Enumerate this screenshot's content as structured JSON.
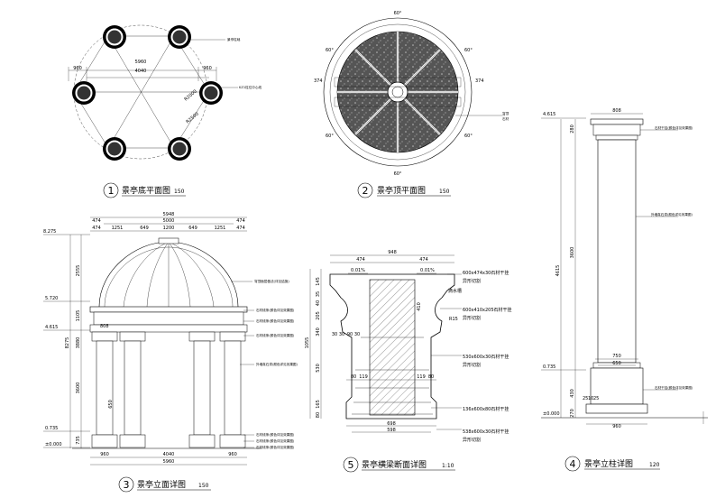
{
  "titles": [
    {
      "num": "1",
      "text": "景亭底平面图",
      "scale": "150"
    },
    {
      "num": "2",
      "text": "景亭顶平面图",
      "scale": "150"
    },
    {
      "num": "3",
      "text": "景亭立面详图",
      "scale": "150"
    },
    {
      "num": "4",
      "text": "景亭立柱详图",
      "scale": "120"
    },
    {
      "num": "5",
      "text": "景亭横梁断面详图",
      "scale": "1:10"
    }
  ],
  "plan1": {
    "dims": [
      "960",
      "5960",
      "4040",
      "960",
      "R2000",
      "R2500"
    ],
    "notes": [
      "景亭柱础",
      "KZ1柱位中心线"
    ]
  },
  "plan2": {
    "dims": [
      "60°",
      "60°",
      "60°",
      "60°",
      "60°",
      "60°",
      "374",
      "374"
    ],
    "notes": [
      "穹顶",
      "石材"
    ]
  },
  "elev3": {
    "top_dims": [
      "5948",
      "5000",
      "474",
      "474",
      "474",
      "1251",
      "649",
      "1200",
      "649",
      "1251",
      "474"
    ],
    "levels": [
      "8.275",
      "5.720",
      "4.615",
      "0.735",
      "±0.000"
    ],
    "vert_dims": [
      "2555",
      "1105",
      "3880",
      "3600",
      "735",
      "8275",
      "650",
      "808"
    ],
    "bot_dims": [
      "960",
      "4040",
      "960",
      "5960"
    ],
    "notes": [
      "穹顶面层做法(详见结施)",
      "石材线条(颜色详见效果图)",
      "石材线条(颜色详见效果图)",
      "石材线条(颜色详见效果图)",
      "外墙真石漆(颜色详见效果图)",
      "石材线条(颜色详见效果图)",
      "石材线条(颜色详见效果图)",
      "石材线条(颜色详见效果图)"
    ]
  },
  "sect5": {
    "top_dims": [
      "948",
      "474",
      "474"
    ],
    "slope": [
      "0.01%",
      "0.01%"
    ],
    "vert_dims": [
      "145",
      "35",
      "40",
      "205",
      "340",
      "1055",
      "530",
      "165",
      "80",
      "410",
      "30",
      "30",
      "90",
      "30"
    ],
    "bot_dims": [
      "698",
      "598",
      "80",
      "119",
      "119",
      "80"
    ],
    "labels": [
      "600x474x30石材干挂",
      "异形切割",
      "600x410x205石材干挂",
      "异形切割",
      "530x600x30石材干挂",
      "异形切割",
      "136x600x80石材干挂",
      "538x600x30石材干挂",
      "异形切割"
    ],
    "notes": [
      "滴水槽",
      "R15"
    ]
  },
  "col4": {
    "levels": [
      "4.615",
      "0.735",
      "±0.000"
    ],
    "dims": [
      "808",
      "280",
      "3600",
      "4615",
      "750",
      "650",
      "430",
      "960",
      "25",
      "10",
      "25",
      "270"
    ],
    "notes": [
      "石材干挂(颜色详见效果图)",
      "外墙真石漆(颜色详见效果图)",
      "石材干挂(颜色详见效果图)"
    ]
  }
}
